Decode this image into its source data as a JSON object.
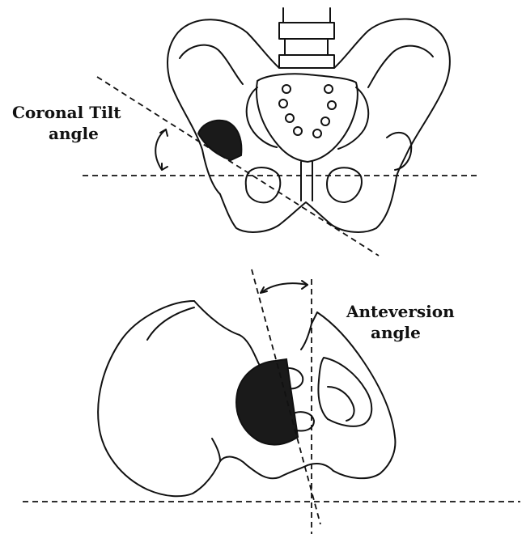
{
  "labels": {
    "coronal_tilt_line1": "Coronal Tilt",
    "coronal_tilt_line2": "angle",
    "anteversion_line1": "Anteversion",
    "anteversion_line2": "angle"
  },
  "colors": {
    "ink": "#111111",
    "fill": "#1a1a1a",
    "background": "#ffffff"
  }
}
